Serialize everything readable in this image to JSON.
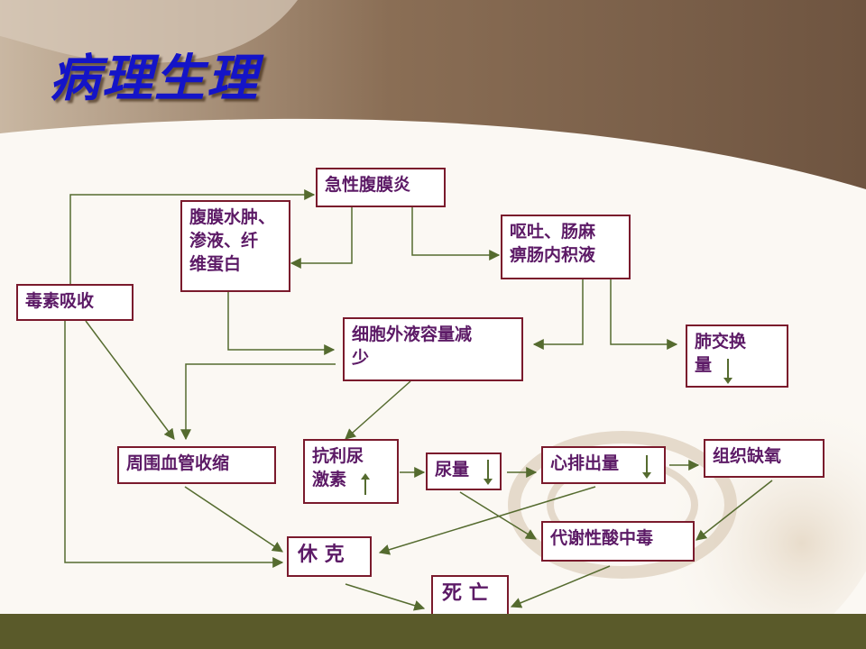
{
  "slide": {
    "title": "病理生理"
  },
  "nodes": {
    "peritonitis": "急性腹膜炎",
    "edema": [
      "腹膜水肿、",
      "渗液、纤",
      "维蛋白"
    ],
    "vomit": [
      "呕吐、肠麻",
      "痹肠内积液"
    ],
    "toxin": "毒素吸收",
    "ecf": [
      "细胞外液容量减",
      "少"
    ],
    "lung": [
      "肺交换",
      "量"
    ],
    "vaso": "周围血管收缩",
    "adh": [
      "抗利尿",
      "激素"
    ],
    "urine": "尿量",
    "cardiac": "心排出量",
    "hypoxia": "组织缺氧",
    "acidosis": "代谢性酸中毒",
    "shock": "休 克",
    "death": "死 亡"
  },
  "colors": {
    "title": "#1414c8",
    "box_border": "#7a1a2c",
    "box_text": "#5c1a66",
    "arrow": "#556b2f",
    "footer_bar": "#5a5a2a"
  }
}
